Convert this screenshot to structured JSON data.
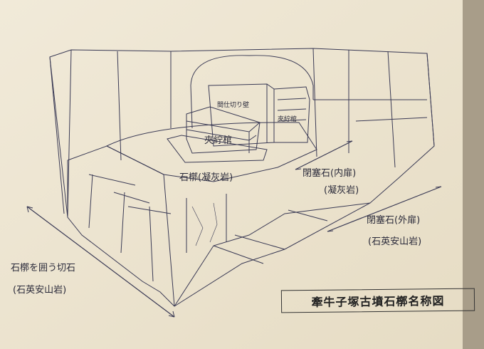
{
  "labels": {
    "partition_wall": "間仕切り壁",
    "lacquer_coffin_front": "夾紵棺",
    "lacquer_coffin_back": "夾紵棺",
    "stone_chamber": "石槨(凝灰岩)",
    "inner_door": "閉塞石(内扉)",
    "inner_door_material": "(凝灰岩)",
    "outer_door": "閉塞石(外扉)",
    "outer_door_material": "(石英安山岩)",
    "surrounding_stones": "石槨を囲う切石",
    "surrounding_stones_material": "(石英安山岩)"
  },
  "title": "牽牛子塚古墳石槨名称図"
}
